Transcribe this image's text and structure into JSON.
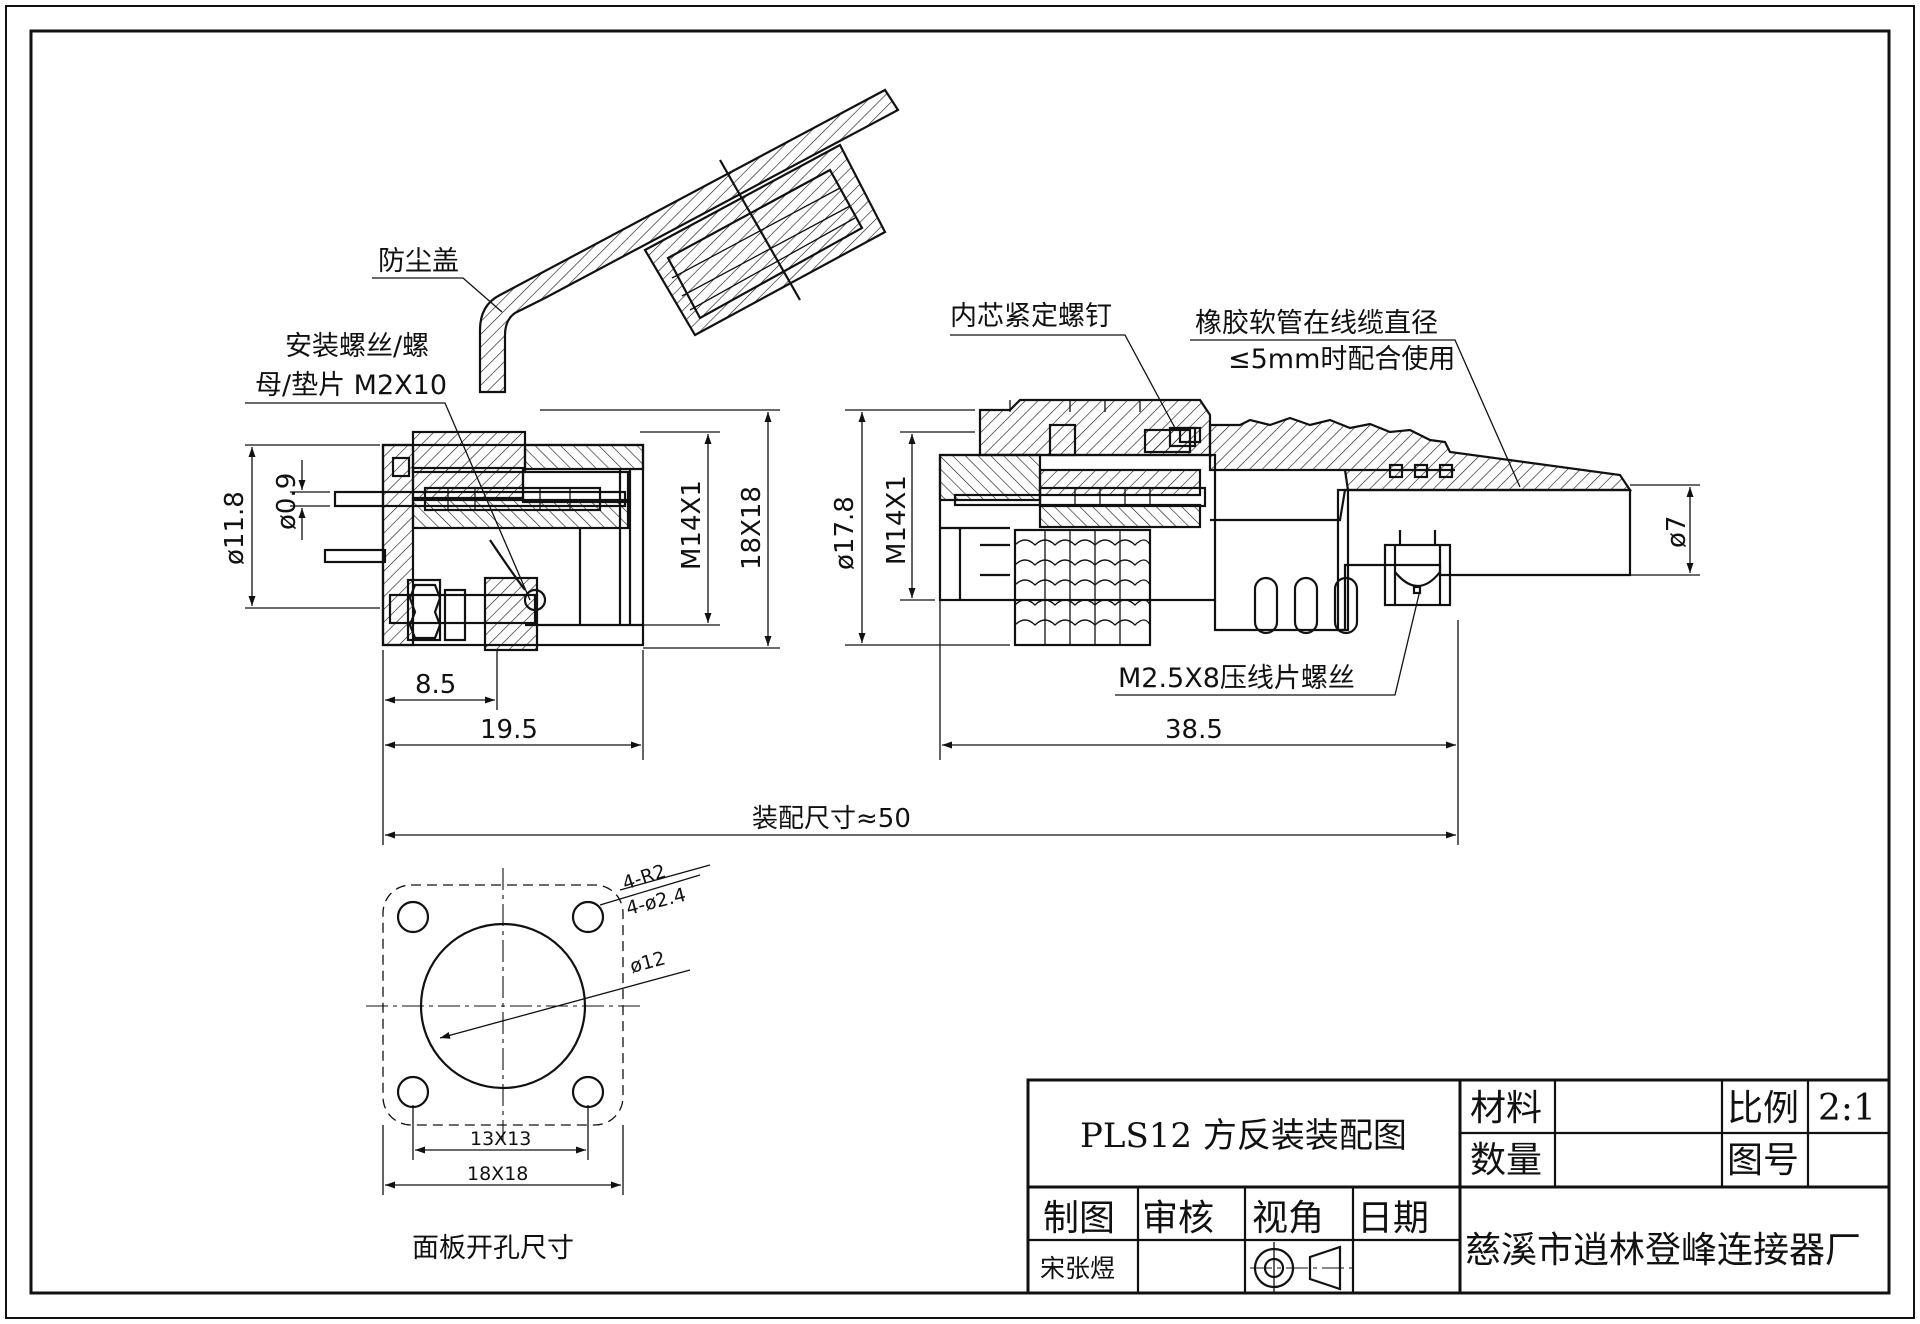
{
  "callouts": {
    "dust_cap": "防尘盖",
    "mount_screw_line1": "安装螺丝/螺",
    "mount_screw_line2": "母/垫片 M2X10",
    "core_set_screw": "内芯紧定螺钉",
    "rubber_hose_line1": "橡胶软管在线缆直径",
    "rubber_hose_line2": "≤5mm时配合使用",
    "clamp_screw": "M2.5X8压线片螺丝"
  },
  "dimensions": {
    "socket_dia": "ø11.8",
    "pin_dia": "ø0.9",
    "socket_thread": "M14X1",
    "flange_size": "18X18",
    "flange_offset": "8.5",
    "socket_length": "19.5",
    "plug_dia": "ø17.8",
    "plug_thread": "M14X1",
    "plug_length": "38.5",
    "cable_dia": "ø7",
    "assembly_length": "装配尺寸≈50"
  },
  "panel_cutout": {
    "corner_radius": "4-R2",
    "hole_dia": "4-ø2.4",
    "center_hole": "ø12",
    "hole_spacing": "13X13",
    "panel_size": "18X18",
    "caption": "面板开孔尺寸"
  },
  "title_block": {
    "drawing_title": "PLS12  方反装装配图",
    "material_label": "材料",
    "material_value": "",
    "quantity_label": "数量",
    "quantity_value": "",
    "scale_label": "比例",
    "scale_value": "2:1",
    "drawing_no_label": "图号",
    "drawing_no_value": "",
    "drafter_label": "制图",
    "drafter_name": "宋张煜",
    "reviewer_label": "审核",
    "view_label": "视角",
    "date_label": "日期",
    "company": "慈溪市逍林登峰连接器厂"
  }
}
